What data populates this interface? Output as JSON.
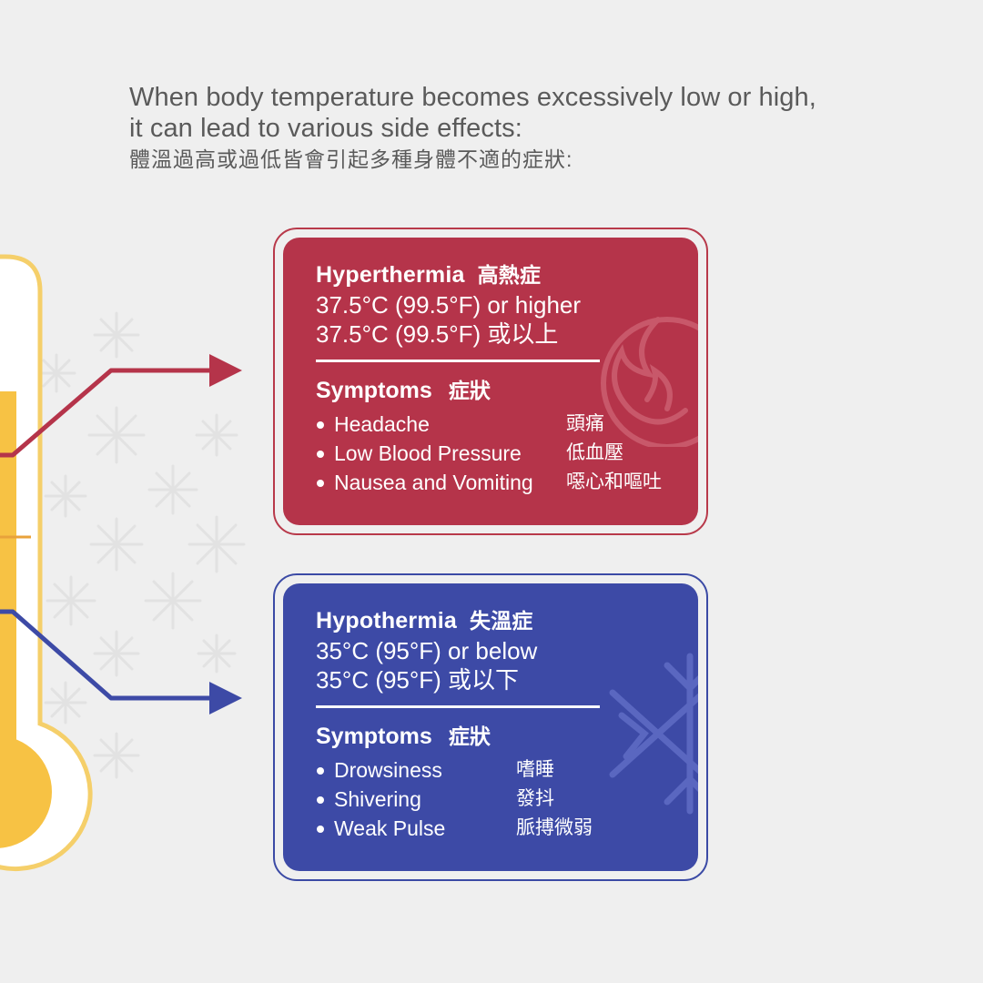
{
  "intro": {
    "line1": "When body temperature becomes excessively low or high,",
    "line2": "it can lead to various side effects:",
    "line3": "體溫過高或過低皆會引起多種身體不適的症狀:"
  },
  "colors": {
    "background": "#efefef",
    "hyper": "#b5344a",
    "hypo": "#3d4aa6",
    "thermometer_fill": "#f7c244",
    "thermometer_outline": "#f5cf6a"
  },
  "hyperthermia": {
    "title": "Hyperthermia",
    "title_zh": "高熱症",
    "range_en": "37.5°C (99.5°F) or higher",
    "range_zh": "37.5°C (99.5°F) 或以上",
    "symptoms_title": "Symptoms",
    "symptoms_title_zh": "症狀",
    "symptoms": [
      {
        "en": "Headache",
        "zh": "頭痛"
      },
      {
        "en": "Low Blood Pressure",
        "zh": "低血壓"
      },
      {
        "en": "Nausea and Vomiting",
        "zh": "噁心和嘔吐"
      }
    ],
    "icon": "flame-icon"
  },
  "hypothermia": {
    "title": "Hypothermia",
    "title_zh": "失溫症",
    "range_en": "35°C (95°F) or below",
    "range_zh": "35°C (95°F) 或以下",
    "symptoms_title": "Symptoms",
    "symptoms_title_zh": "症狀",
    "symptoms": [
      {
        "en": "Drowsiness",
        "zh": "嗜睡"
      },
      {
        "en": "Shivering",
        "zh": "發抖"
      },
      {
        "en": "Weak Pulse",
        "zh": "脈搏微弱"
      }
    ],
    "icon": "snowflake-icon"
  }
}
